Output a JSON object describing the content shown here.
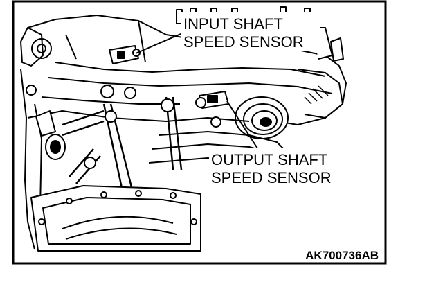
{
  "diagram": {
    "type": "technical-illustration",
    "subject": "transaxle case with speed sensors",
    "colors": {
      "ink": "#000000",
      "paper": "#ffffff"
    }
  },
  "callouts": {
    "input_sensor": {
      "line1": "INPUT SHAFT",
      "line2": "SPEED SENSOR"
    },
    "output_sensor": {
      "line1": "OUTPUT SHAFT",
      "line2": "SPEED SENSOR"
    }
  },
  "figure_id": "AK700736AB"
}
